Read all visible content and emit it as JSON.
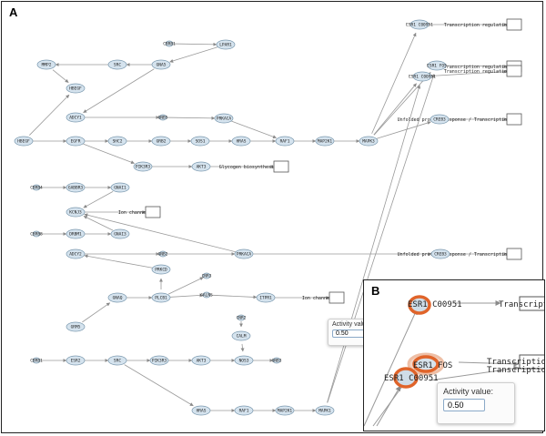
{
  "panel_labels": {
    "a": "A",
    "b": "B"
  },
  "nodes": {
    "cbrb1": "CBRB1",
    "lpar1": "LPAR1",
    "mmp2": "MMP2",
    "src1": "SRC",
    "gna5": "GNA5",
    "hbegf1": "HBEGF",
    "adcy1": "ADCY1",
    "gnb5": "GNB5",
    "prkaca1": "PRKACA",
    "hbegf2": "HBEGF",
    "egfr": "EGFR",
    "shc2": "SHC2",
    "grb2": "GRB2",
    "sos1": "SOS1",
    "hras1": "HRAS",
    "raf1": "RAF1",
    "map2k1": "MAP2K1",
    "mapk3": "MAPK3",
    "pik3r3": "PIK3R3",
    "akt3": "AKT3",
    "esr1_top": "ESR1 C00951",
    "esr1_fos": "ESR1 FOS",
    "esr1_mid": "ESR1 C00951",
    "creb3": "CREB3",
    "cbrb4": "CBRB4",
    "gabbr3": "GABBR3",
    "gnai1": "GNAI1",
    "kcnj3": "KCNJ3",
    "cbrb8": "CBRB8",
    "drbm1": "DRBM1",
    "gnai3": "GNAI3",
    "adcy2": "ADCY2",
    "gnb2": "GNB2",
    "prkaca2": "PRKACA",
    "creb3b": "CREB3",
    "prkcd": "PRKCD",
    "cnr3": "CNR3",
    "gnaq": "GNAQ",
    "plcb1": "PLCB1",
    "gaba": "GALNS",
    "itpr1": "ITPR1",
    "grm5": "GRM5",
    "cnr2": "CNR2",
    "calm": "CALM",
    "cnr1b": "CBRB1",
    "esr2": "ESR2",
    "src2": "SRC",
    "pik3r2": "PIK3R3",
    "akt3b": "AKT3",
    "nos3": "NOS3",
    "gnb3": "GNB3",
    "hras2": "HRAS",
    "raf2": "RAF1",
    "map2k2": "MAP2K1",
    "mapk1": "MAPK1"
  },
  "outcomes": {
    "tr_top": "Transcription regulation",
    "tr_mid1": "Transcription regulation",
    "tr_mid2": "Transcription regulation",
    "upr1": "Unfolded protein response / Transcription",
    "glycogen": "Glycogen biosynthesis",
    "ion1": "Ion channel",
    "upr2": "Unfolded protein response / Transcription",
    "ion2": "Ion channel"
  },
  "popup_a": {
    "label": "Activity value:",
    "value": "0.50"
  },
  "zoom": {
    "esr1_top": "ESR1 C00951",
    "esr1_fos": "ESR1 FOS",
    "esr1_mid": "ESR1 C00951",
    "transcription_1": "Transcription",
    "transcription_2": "Transcription",
    "transcription_3": "Transcription",
    "popup_label": "Activity value:",
    "popup_value": "0.50"
  },
  "colors": {
    "node_fill": "#d5e3ee",
    "node_stroke": "#7a98ae",
    "edge": "#9a9a9a",
    "highlight": "#e0642a"
  }
}
